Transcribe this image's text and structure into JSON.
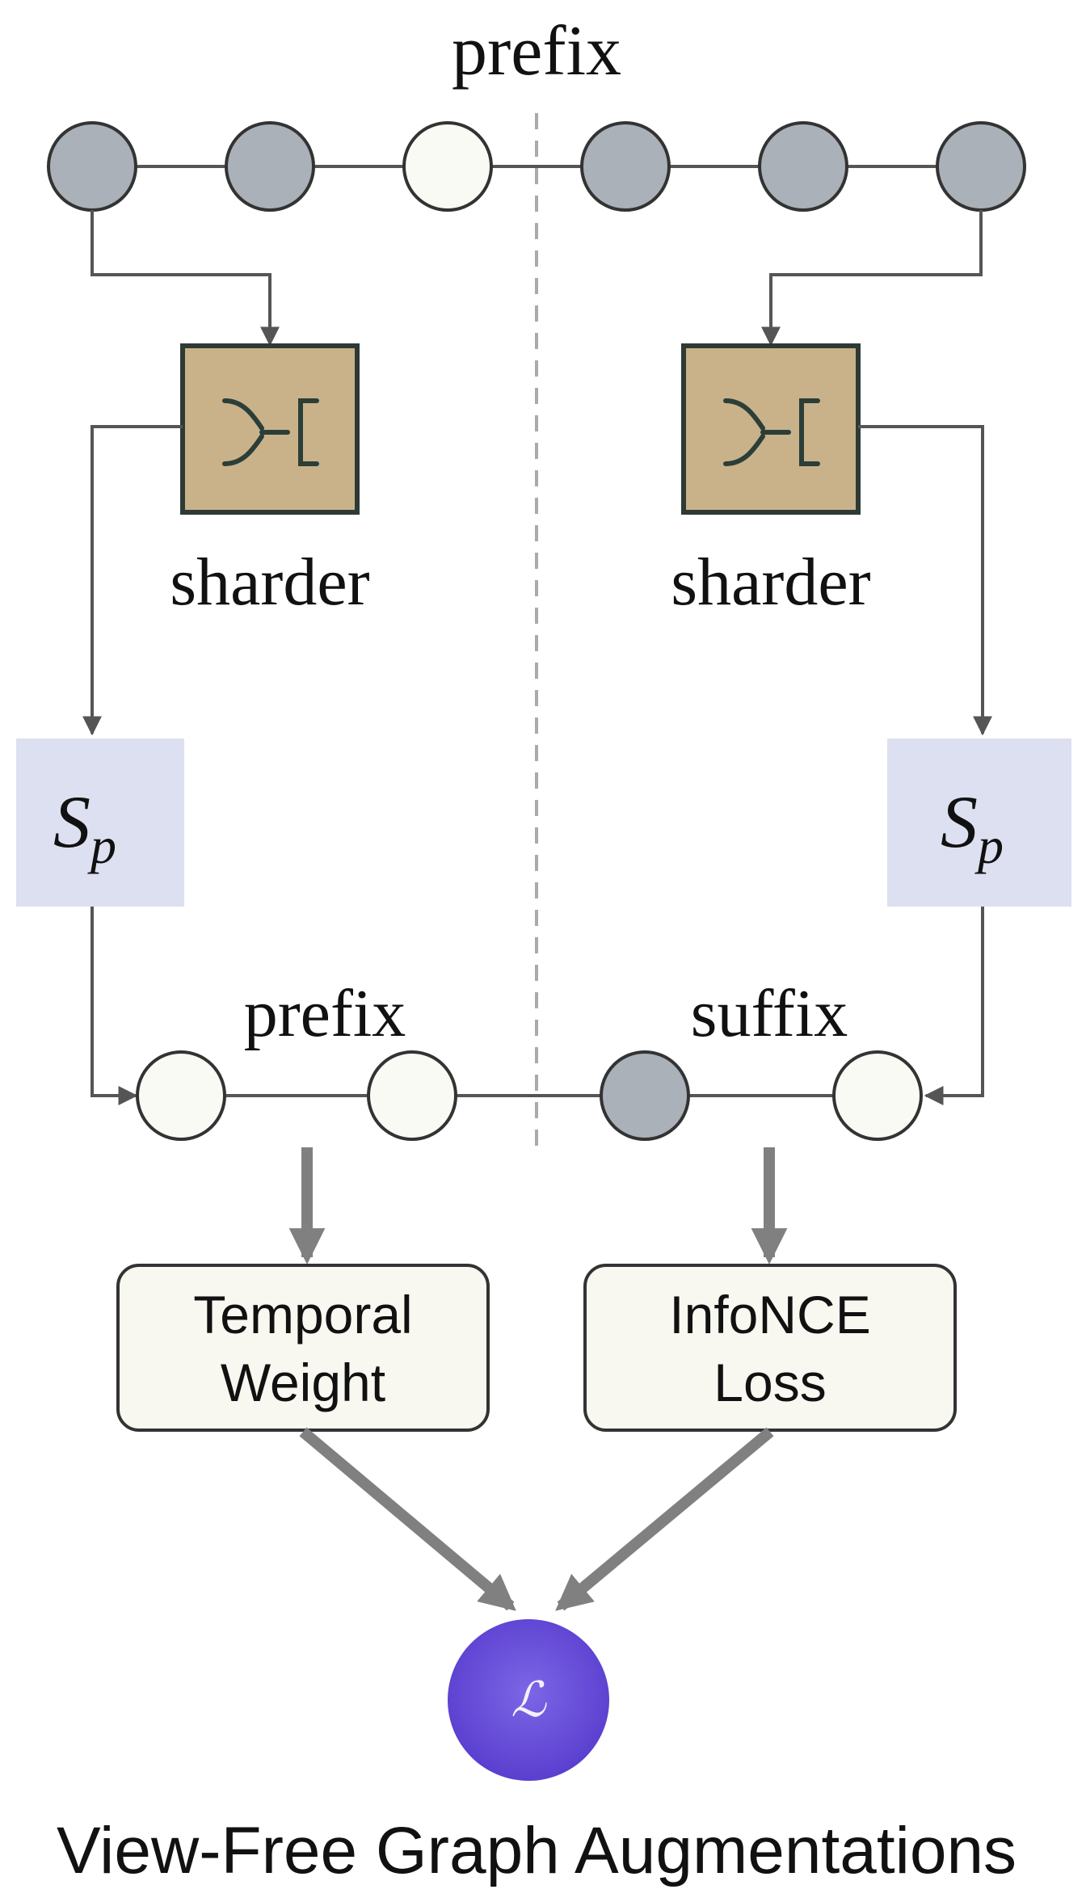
{
  "labels": {
    "top_prefix": "prefix",
    "sharder_left": "sharder",
    "sharder_right": "sharder",
    "sp_main": "S",
    "sp_sub": "p",
    "bottom_prefix": "prefix",
    "bottom_suffix": "suffix",
    "temporal_weight_line1": "Temporal",
    "temporal_weight_line2": "Weight",
    "infonce_line1": "InfoNCE",
    "infonce_line2": "Loss",
    "loss_symbol": "ℒ",
    "caption": "View-Free Graph Augmentations"
  },
  "colors": {
    "node_dark": "#aab1b8",
    "node_light": "#fafaf4",
    "sharder_fill": "#c9b28a",
    "sp_fill": "#dde0f0",
    "box_fill": "#f8f7f0",
    "loss_fill": "#6f55d8",
    "line": "#555555",
    "arrow_thick": "#808080"
  },
  "icons": {
    "sharder": "shard-split-icon"
  }
}
